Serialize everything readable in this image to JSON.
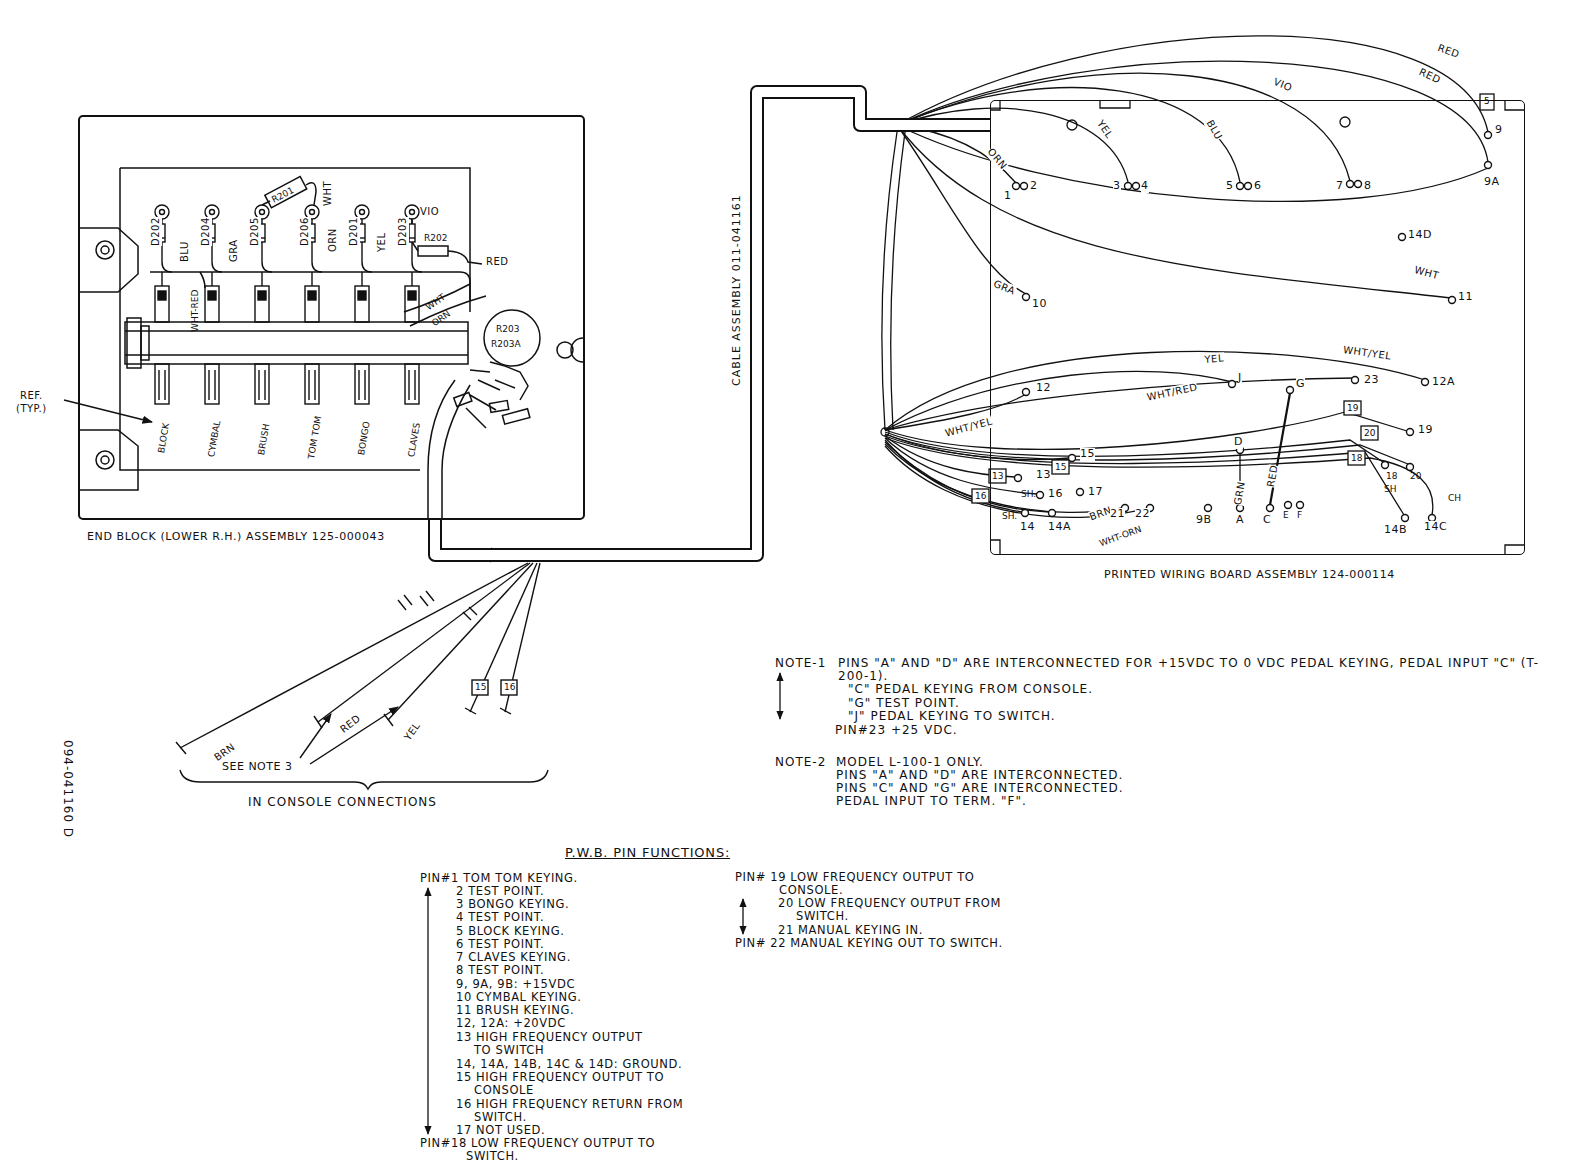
{
  "diagram": {
    "nodes": [
      {
        "text": [
          "END BLOCK (LOWER R.H.) ASSEMBLY 125-000043"
        ]
      },
      {
        "text": [
          "PRINTED WIRING BOARD ASSEMBLY 124-000114"
        ]
      }
    ],
    "edges": [
      {
        "from": 0,
        "to": 1,
        "arrow": "none",
        "label": "CABLE ASSEMBLY 011-041161"
      }
    ],
    "labels": [
      "D202",
      "D204",
      "D205",
      "D206",
      "D201",
      "D203",
      "BLU",
      "GRA",
      "ORN",
      "YEL",
      "WHT",
      "VIO",
      "R201",
      "R202",
      "RED",
      "WHT-RED",
      "WHT",
      "ORN",
      "R203",
      "R203A",
      "REF.",
      "(TYP.)",
      "BLOCK",
      "CYMBAL",
      "BRUSH",
      "TOM TOM",
      "BONGO",
      "CLAVES",
      "094-041160 D",
      "BRN",
      "RED",
      "YEL",
      "15",
      "16",
      "SEE NOTE 3",
      "IN CONSOLE CONNECTIONS",
      "RED",
      "RED",
      "5",
      "VIO",
      "BLU",
      "YEL",
      "ORN",
      "1",
      "2",
      "3",
      "4",
      "5",
      "6",
      "7",
      "8",
      "9",
      "9A",
      "14D",
      "WHT",
      "11",
      "GRA",
      "10",
      "12",
      "WHT/YEL",
      "YEL",
      "WHT/RED",
      "J",
      "G",
      "23",
      "12A",
      "WHT/YEL",
      "19",
      "19",
      "20",
      "18",
      "18",
      "20",
      "SH",
      "CH",
      "D",
      "GRN",
      "RED",
      "13",
      "15",
      "13",
      "15",
      "16",
      "SH.",
      "16",
      "17",
      "SH.",
      "14",
      "14A",
      "BRN",
      "21",
      "22",
      "WHT-ORN",
      "9B",
      "A",
      "C",
      "E",
      "F",
      "14B",
      "14C",
      "NOTE-1",
      "PINS \"A\" AND \"D\" ARE INTERCONNECTED FOR +15VDC TO 0 VDC PEDAL KEYING, PEDAL INPUT \"C\" (T-200-1).",
      "\"C\" PEDAL KEYING FROM CONSOLE.",
      "\"G\" TEST POINT.",
      "\"J\" PEDAL KEYING TO SWITCH.",
      "PIN#23 +25 VDC.",
      "NOTE-2",
      "MODEL L-100-1 ONLY.",
      "PINS \"A\" AND \"D\" ARE INTERCONNECTED.",
      "PINS \"C\" AND \"G\" ARE INTERCONNECTED.",
      "PEDAL INPUT TO TERM. \"F\".",
      "P.W.B. PIN FUNCTIONS:",
      "PIN#1 TOM TOM KEYING.",
      "2 TEST POINT.",
      "3 BONGO KEYING.",
      "4 TEST POINT.",
      "5 BLOCK KEYING.",
      "6 TEST POINT.",
      "7 CLAVES KEYING.",
      "8 TEST POINT.",
      "9, 9A, 9B: +15VDC",
      "10 CYMBAL KEYING.",
      "11 BRUSH KEYING.",
      "12, 12A: +20VDC",
      "13 HIGH FREQUENCY OUTPUT TO SWITCH",
      "14, 14A, 14B, 14C & 14D: GROUND.",
      "15 HIGH FREQUENCY OUTPUT TO CONSOLE",
      "16 HIGH FREQUENCY RETURN FROM SWITCH.",
      "17 NOT USED.",
      "PIN#18 LOW FREQUENCY OUTPUT TO SWITCH.",
      "PIN# 19 LOW FREQUENCY OUTPUT TO CONSOLE.",
      "20 LOW FREQUENCY OUTPUT FROM SWITCH.",
      "21 MANUAL KEYING IN.",
      "PIN# 22 MANUAL KEYING OUT TO SWITCH."
    ]
  }
}
